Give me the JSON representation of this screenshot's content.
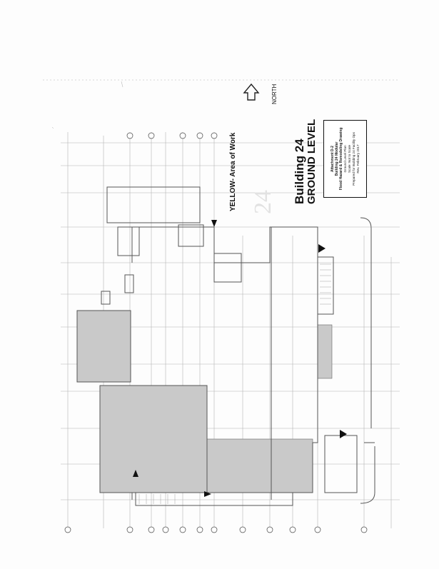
{
  "drawing": {
    "title_line1": "Building 24",
    "title_line2": "GROUND LEVEL",
    "legend": "YELLOW- Area of Work",
    "north_label": "NORTH",
    "watermark": "24",
    "stamp_lines": [
      "Attachment D-2",
      "Building 24 Modular",
      "Flood Hazard & Remodeling Drawing",
      "",
      "Ground Level Plan",
      "Scale: Not to Scale",
      "",
      "Prepared for Building 24 Facility Ops",
      "Rev. February 2017"
    ]
  }
}
